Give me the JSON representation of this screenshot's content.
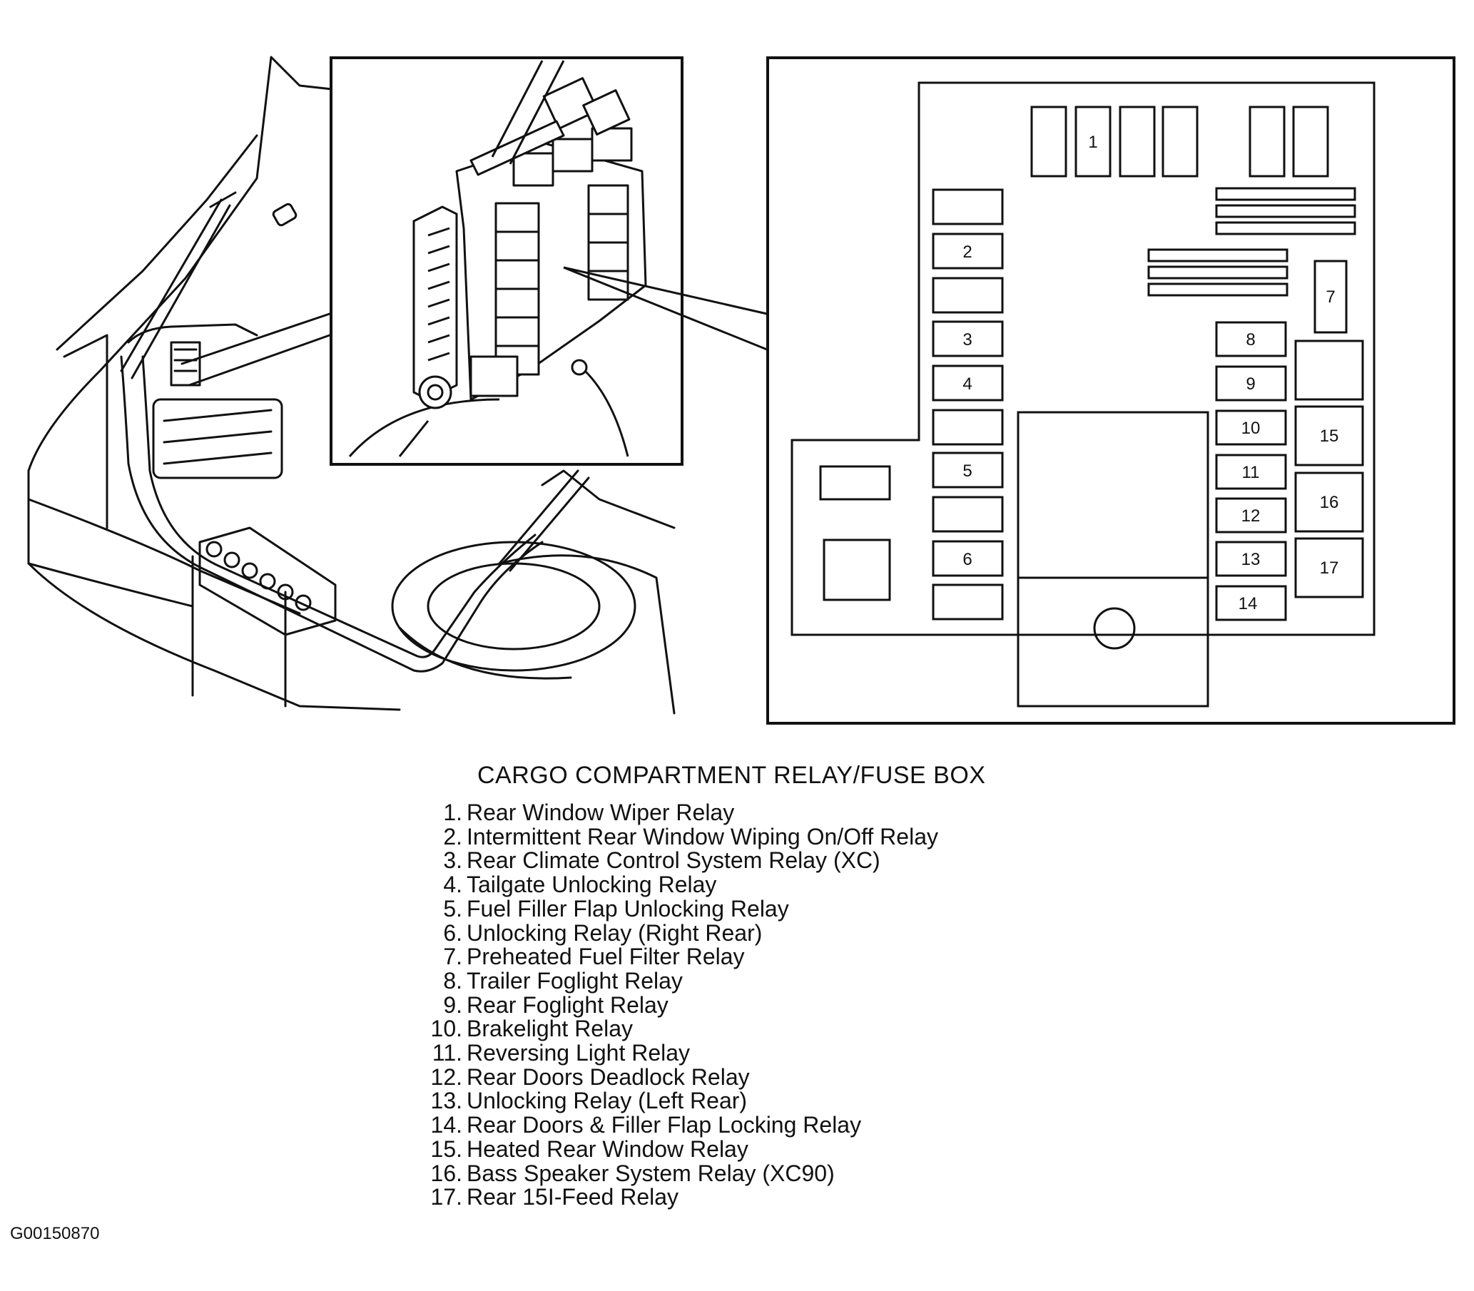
{
  "caption": "CARGO COMPARTMENT RELAY/FUSE BOX",
  "figure_id": "G00150870",
  "legend": [
    {
      "num": "1.",
      "label": "Rear Window Wiper Relay"
    },
    {
      "num": "2.",
      "label": "Intermittent Rear Window Wiping On/Off Relay"
    },
    {
      "num": "3.",
      "label": "Rear Climate Control System Relay (XC)"
    },
    {
      "num": "4.",
      "label": "Tailgate Unlocking Relay"
    },
    {
      "num": "5.",
      "label": "Fuel Filler Flap Unlocking Relay"
    },
    {
      "num": "6.",
      "label": "Unlocking Relay (Right Rear)"
    },
    {
      "num": "7.",
      "label": "Preheated Fuel Filter Relay"
    },
    {
      "num": "8.",
      "label": "Trailer Foglight Relay"
    },
    {
      "num": "9.",
      "label": "Rear Foglight Relay"
    },
    {
      "num": "10.",
      "label": "Brakelight Relay"
    },
    {
      "num": "11.",
      "label": "Reversing Light Relay"
    },
    {
      "num": "12.",
      "label": "Rear Doors Deadlock Relay"
    },
    {
      "num": "13.",
      "label": "Unlocking Relay (Left Rear)"
    },
    {
      "num": "14.",
      "label": "Rear Doors & Filler Flap Locking Relay"
    },
    {
      "num": "15.",
      "label": "Heated Rear Window Relay"
    },
    {
      "num": "16.",
      "label": "Bass Speaker System Relay (XC90)"
    },
    {
      "num": "17.",
      "label": "Rear 15I-Feed Relay"
    }
  ],
  "slot_labels": {
    "s1": "1",
    "s2": "2",
    "s3": "3",
    "s4": "4",
    "s5": "5",
    "s6": "6",
    "s7": "7",
    "s8": "8",
    "s9": "9",
    "s10": "10",
    "s11": "11",
    "s12": "12",
    "s13": "13",
    "s14": "14",
    "s15": "15",
    "s16": "16",
    "s17": "17"
  }
}
